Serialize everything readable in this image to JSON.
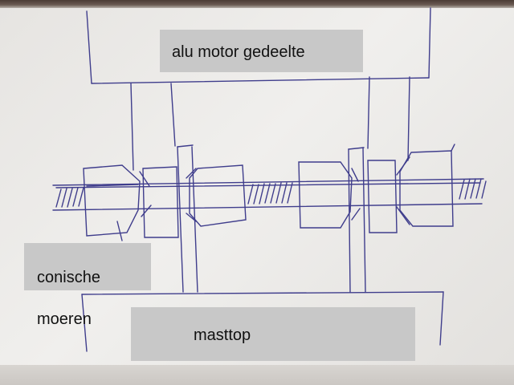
{
  "labels": {
    "motor": "alu motor gedeelte",
    "nuts_line1": "conische",
    "nuts_line2": "moeren",
    "mast": "masttop"
  },
  "colors": {
    "ink": "#3f3d8c",
    "label_bg": "#c8c8c8",
    "paper": "#ecebe8"
  }
}
